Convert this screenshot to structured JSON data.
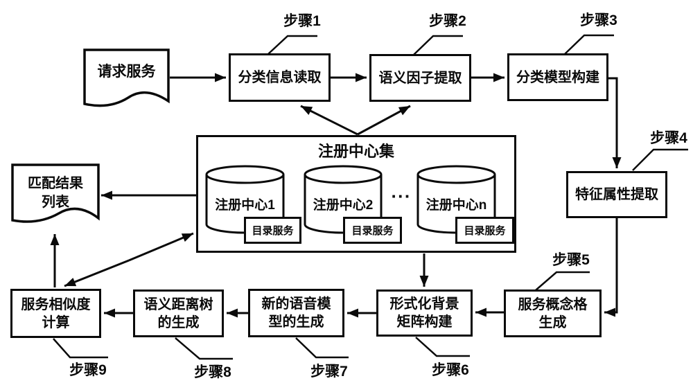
{
  "colors": {
    "line": "#0a0a0a",
    "background": "#ffffff",
    "box_fill": "#ffffff"
  },
  "nodes": {
    "request_doc": "请求服务",
    "box1": "分类信息读取",
    "box2": "语义因子提取",
    "box3": "分类模型构建",
    "box4": "特征属性提取",
    "box5": "服务概念格\n生成",
    "box6": "形式化背景\n矩阵构建",
    "box7": "新的语音模\n型的生成",
    "box8": "语义距离树\n的生成",
    "box9": "服务相似度\n计算",
    "result_doc": "匹配结果\n列表"
  },
  "steps": {
    "s1": "步骤1",
    "s2": "步骤2",
    "s3": "步骤3",
    "s4": "步骤4",
    "s5": "步骤5",
    "s6": "步骤6",
    "s7": "步骤7",
    "s8": "步骤8",
    "s9": "步骤9"
  },
  "registry": {
    "title": "注册中心集",
    "cylinders": [
      "注册中心1",
      "注册中心2",
      "注册中心n"
    ],
    "ellipsis": "···",
    "directory_labels": [
      "目录服务",
      "目录服务",
      "目录服务"
    ]
  }
}
